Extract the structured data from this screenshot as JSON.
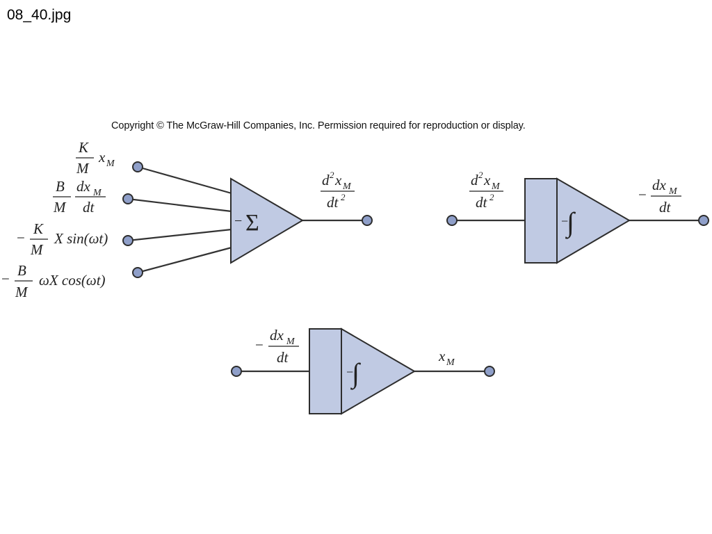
{
  "header": {
    "filename": "08_40.jpg",
    "copyright": "Copyright © The McGraw-Hill Companies, Inc. Permission required for reproduction or display."
  },
  "summer": {
    "symbol": "Σ",
    "sign": "−",
    "inputs": [
      {
        "coef_num": "K",
        "coef_den": "M",
        "term": "x",
        "term_sub": "M"
      },
      {
        "coef_num": "B",
        "coef_den": "M",
        "frac_num": "dx",
        "frac_num_sub": "M",
        "frac_den": "dt"
      },
      {
        "prefix": "−",
        "coef_num": "K",
        "coef_den": "M",
        "term": "X sin(ωt)"
      },
      {
        "prefix": "−",
        "coef_num": "B",
        "coef_den": "M",
        "term": "ωX cos(ωt)"
      }
    ],
    "output": {
      "num_d": "d",
      "num_sup": "2",
      "num_x": "x",
      "num_sub": "M",
      "den": "dt",
      "den_sup": "2"
    }
  },
  "integrator1": {
    "sign": "−",
    "symbol": "∫",
    "input": {
      "num_d": "d",
      "num_sup": "2",
      "num_x": "x",
      "num_sub": "M",
      "den": "dt",
      "den_sup": "2"
    },
    "output": {
      "prefix": "−",
      "num": "dx",
      "num_sub": "M",
      "den": "dt"
    }
  },
  "integrator2": {
    "sign": "−",
    "symbol": "∫",
    "input": {
      "prefix": "−",
      "num": "dx",
      "num_sub": "M",
      "den": "dt"
    },
    "output": {
      "term": "x",
      "term_sub": "M"
    }
  },
  "colors": {
    "block_fill": "#c0cae3",
    "node_fill": "#8f9fc9",
    "stroke": "#2d2d2d"
  }
}
